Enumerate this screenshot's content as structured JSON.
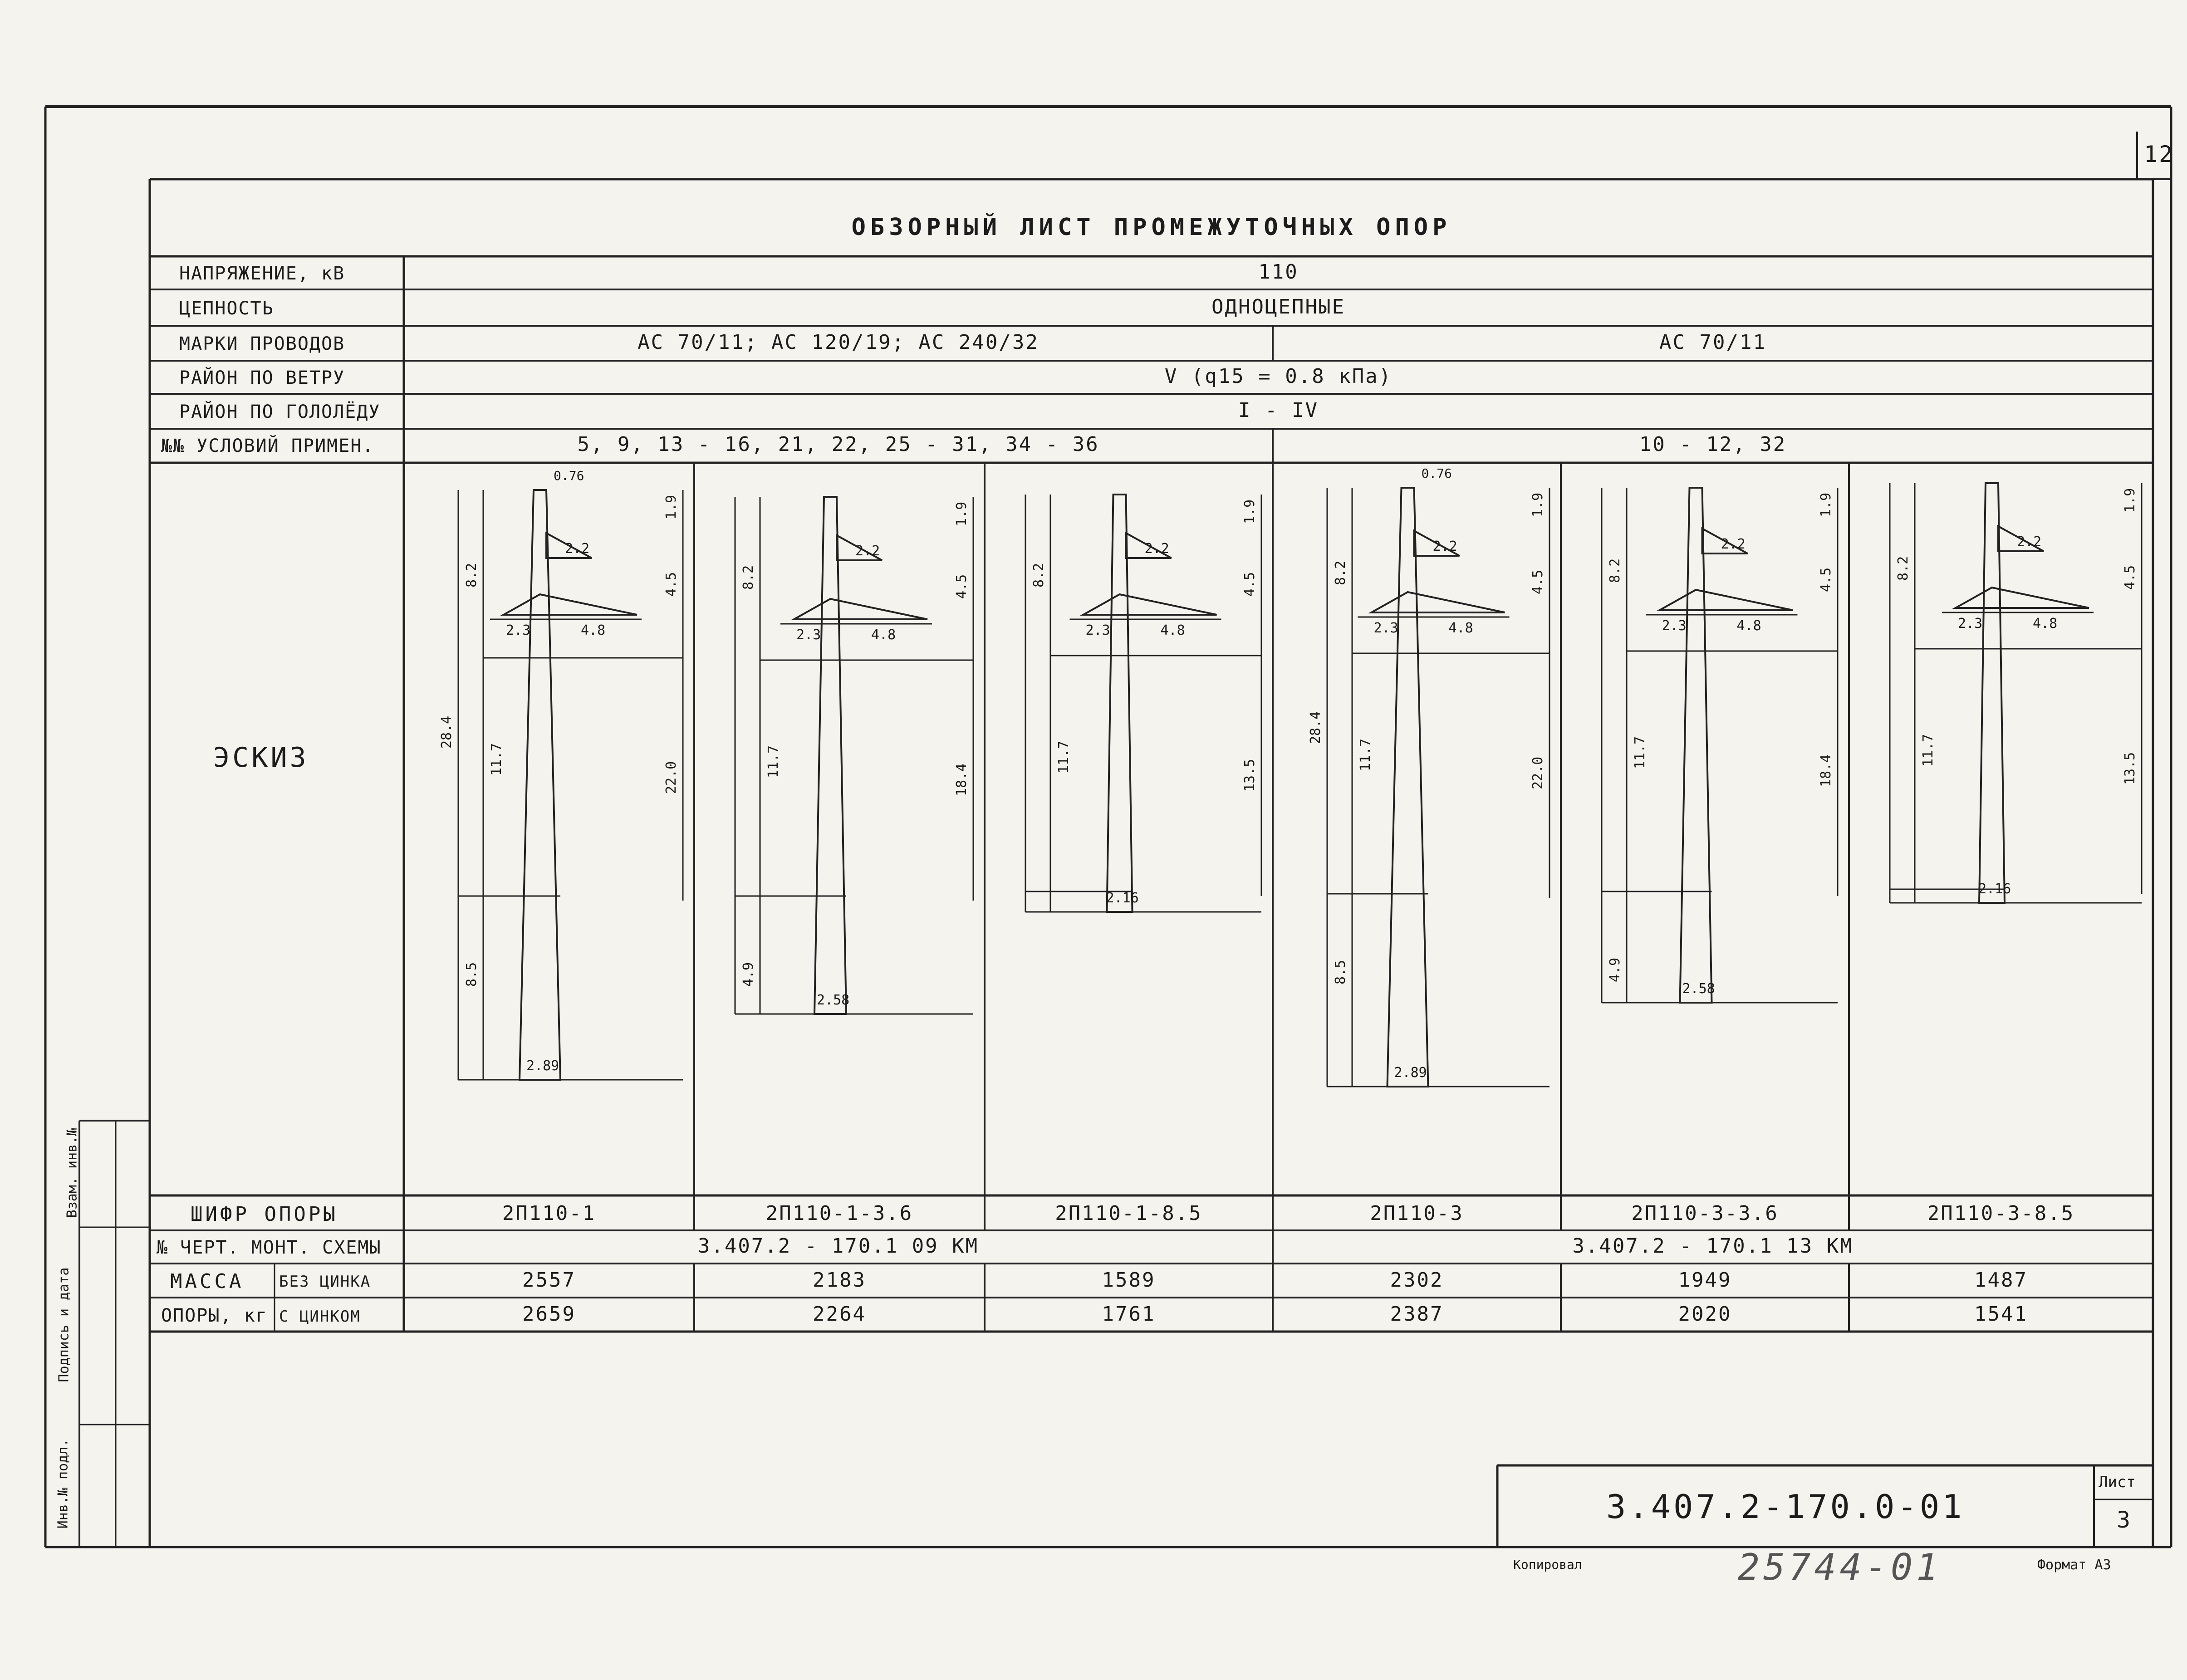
{
  "page_number": "12",
  "title": "ОБЗОРНЫЙ ЛИСТ ПРОМЕЖУТОЧНЫХ ОПОР",
  "rows": {
    "voltage": {
      "label": "НАПРЯЖЕНИЕ, кВ",
      "value": "110"
    },
    "circuits": {
      "label": "ЦЕПНОСТЬ",
      "value": "ОДНОЦЕПНЫЕ"
    },
    "wires": {
      "label": "МАРКИ ПРОВОДОВ",
      "group1": "АС 70/11; АС 120/19; АС 240/32",
      "group2": "АС 70/11"
    },
    "wind": {
      "label": "РАЙОН ПО ВЕТРУ",
      "value": "V (q15 = 0.8 кПа)"
    },
    "ice": {
      "label": "РАЙОН ПО ГОЛОЛЁДУ",
      "value": "I - IV"
    },
    "conditions": {
      "label": "№№ УСЛОВИЙ ПРИМЕН.",
      "group1": "5, 9, 13 - 16, 21, 22, 25 - 31, 34 - 36",
      "group2": "10 - 12, 32"
    }
  },
  "sketch_label": "ЭСКИЗ",
  "towers": [
    {
      "code": "2П110-1",
      "mass_no_zinc": "2557",
      "mass_zinc": "2659",
      "dims": {
        "top": "0.76",
        "crossarm_upper": "2.2",
        "c2": "2.3",
        "c3": "4.8",
        "h1": "1.9",
        "h2": "4.5",
        "total": "28.4",
        "upper": "8.2",
        "mid": "11.7",
        "lower": "8.5",
        "right_total": "22.0",
        "base": "2.89"
      }
    },
    {
      "code": "2П110-1-3.6",
      "mass_no_zinc": "2183",
      "mass_zinc": "2264",
      "dims": {
        "crossarm_upper": "2.2",
        "c2": "2.3",
        "c3": "4.8",
        "h1": "1.9",
        "h2": "4.5",
        "upper": "8.2",
        "mid": "11.7",
        "lower": "4.9",
        "right_total": "18.4",
        "base": "2.58"
      }
    },
    {
      "code": "2П110-1-8.5",
      "mass_no_zinc": "1589",
      "mass_zinc": "1761",
      "dims": {
        "crossarm_upper": "2.2",
        "c2": "2.3",
        "c3": "4.8",
        "h1": "1.9",
        "h2": "4.5",
        "upper": "8.2",
        "mid": "11.7",
        "right_total": "13.5",
        "base": "2.16"
      }
    },
    {
      "code": "2П110-3",
      "mass_no_zinc": "2302",
      "mass_zinc": "2387",
      "dims": {
        "top": "0.76",
        "crossarm_upper": "2.2",
        "c2": "2.3",
        "c3": "4.8",
        "h1": "1.9",
        "h2": "4.5",
        "total": "28.4",
        "upper": "8.2",
        "mid": "11.7",
        "lower": "8.5",
        "right_total": "22.0",
        "base": "2.89"
      }
    },
    {
      "code": "2П110-3-3.6",
      "mass_no_zinc": "1949",
      "mass_zinc": "2020",
      "dims": {
        "crossarm_upper": "2.2",
        "c2": "2.3",
        "c3": "4.8",
        "h1": "1.9",
        "h2": "4.5",
        "upper": "8.2",
        "mid": "11.7",
        "lower": "4.9",
        "right_total": "18.4",
        "base": "2.58"
      }
    },
    {
      "code": "2П110-3-8.5",
      "mass_no_zinc": "1487",
      "mass_zinc": "1541",
      "dims": {
        "crossarm_upper": "2.2",
        "c2": "2.3",
        "c3": "4.8",
        "h1": "1.9",
        "h2": "4.5",
        "upper": "8.2",
        "mid": "11.7",
        "right_total": "13.5",
        "base": "2.16"
      }
    }
  ],
  "bottom": {
    "code_label": "ШИФР ОПОРЫ",
    "drawing_label": "№ ЧЕРТ. МОНТ. СХЕМЫ",
    "drawing_group1": "3.407.2 - 170.1 09 КМ",
    "drawing_group2": "3.407.2 - 170.1 13 КМ",
    "mass_label_1": "МАССА",
    "mass_label_2": "ОПОРЫ, кг",
    "no_zinc_label": "БЕЗ ЦИНКА",
    "zinc_label": "С ЦИНКОМ"
  },
  "side_labels": {
    "inv": "Взам. инв.№",
    "sign": "Подпись и дата",
    "inv_orig": "Инв.№ подл."
  },
  "stamp": {
    "doc_code": "3.407.2-170.0-01",
    "sheet_label": "Лист",
    "sheet_no": "3"
  },
  "footer": {
    "copied": "Копировал",
    "handwritten": "25744-01",
    "format": "Формат А3"
  }
}
